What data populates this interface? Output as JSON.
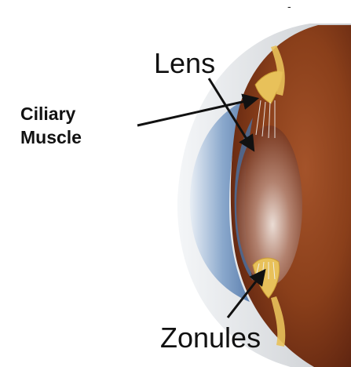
{
  "labels": {
    "lens": "Lens",
    "ciliary_line1": "Ciliary",
    "ciliary_line2": "Muscle",
    "zonules": "Zonules",
    "top_mark": "-"
  },
  "colors": {
    "background": "#ffffff",
    "eyeball_brown": "#8a3f1a",
    "eyeball_dark": "#5e2410",
    "cornea_blue": "#6f94bf",
    "ciliary_yellow": "#e8c15a",
    "lens_tint": "#c9a89c",
    "label_text": "#111111",
    "arrow": "#111111"
  }
}
